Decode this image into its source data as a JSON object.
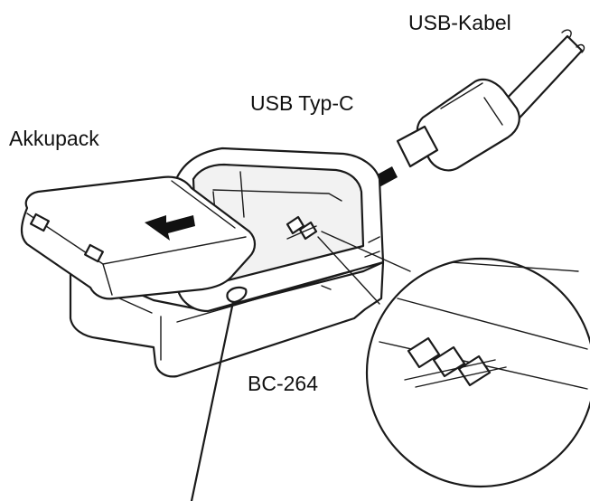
{
  "labels": {
    "usb_cable": "USB-Kabel",
    "usb_type_c": "USB Typ-C",
    "battery_pack": "Akkupack",
    "charger_model": "BC-264"
  },
  "colors": {
    "line": "#1a1a1a",
    "background": "#ffffff"
  }
}
